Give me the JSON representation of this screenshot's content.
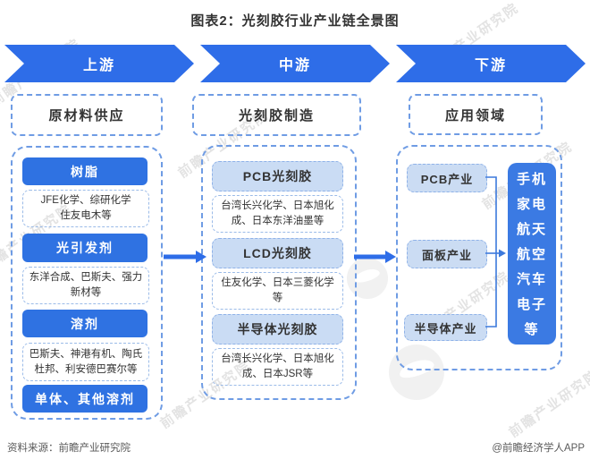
{
  "title": "图表2：光刻胶行业产业链全景图",
  "banner": {
    "upstream": "上游",
    "midstream": "中游",
    "downstream": "下游"
  },
  "upstream": {
    "header": "原材料供应",
    "resin": {
      "label": "树脂",
      "suppliers": "JFE化学、综研化学\n住友电木等"
    },
    "photoinitiator": {
      "label": "光引发剂",
      "suppliers": "东洋合成、巴斯夫、强力\n新材等"
    },
    "solvent": {
      "label": "溶剂",
      "suppliers": "巴斯夫、神港有机、陶氏\n杜邦、利安德巴赛尔等"
    },
    "monomer": {
      "label": "单体、其他溶剂"
    }
  },
  "midstream": {
    "header": "光刻胶制造",
    "pcb": {
      "label": "PCB光刻胶",
      "makers": "台湾长兴化学、日本旭化\n成、日本东洋油墨等"
    },
    "lcd": {
      "label": "LCD光刻胶",
      "makers": "住友化学、日本三菱化学\n等"
    },
    "semi": {
      "label": "半导体光刻胶",
      "makers": "台湾长兴化学、日本旭化\n成、日本JSR等"
    }
  },
  "downstream": {
    "header": "应用领域",
    "industries": [
      "PCB产业",
      "面板产业",
      "半导体产业"
    ],
    "applications": "手机\n家电\n航天\n航空\n汽车\n电子\n等"
  },
  "footer": {
    "source": "资料来源：前瞻产业研究院",
    "credit": "@前瞻经济学人APP"
  },
  "watermark": {
    "text": "前瞻产业研究院"
  },
  "colors": {
    "banner_blue": "#2e6de8",
    "solid_blue": "#2f72e2",
    "big_box_blue": "#3b7ae3",
    "light_fill": "#cadcf4",
    "dashed_border": "#6f9ce4"
  }
}
